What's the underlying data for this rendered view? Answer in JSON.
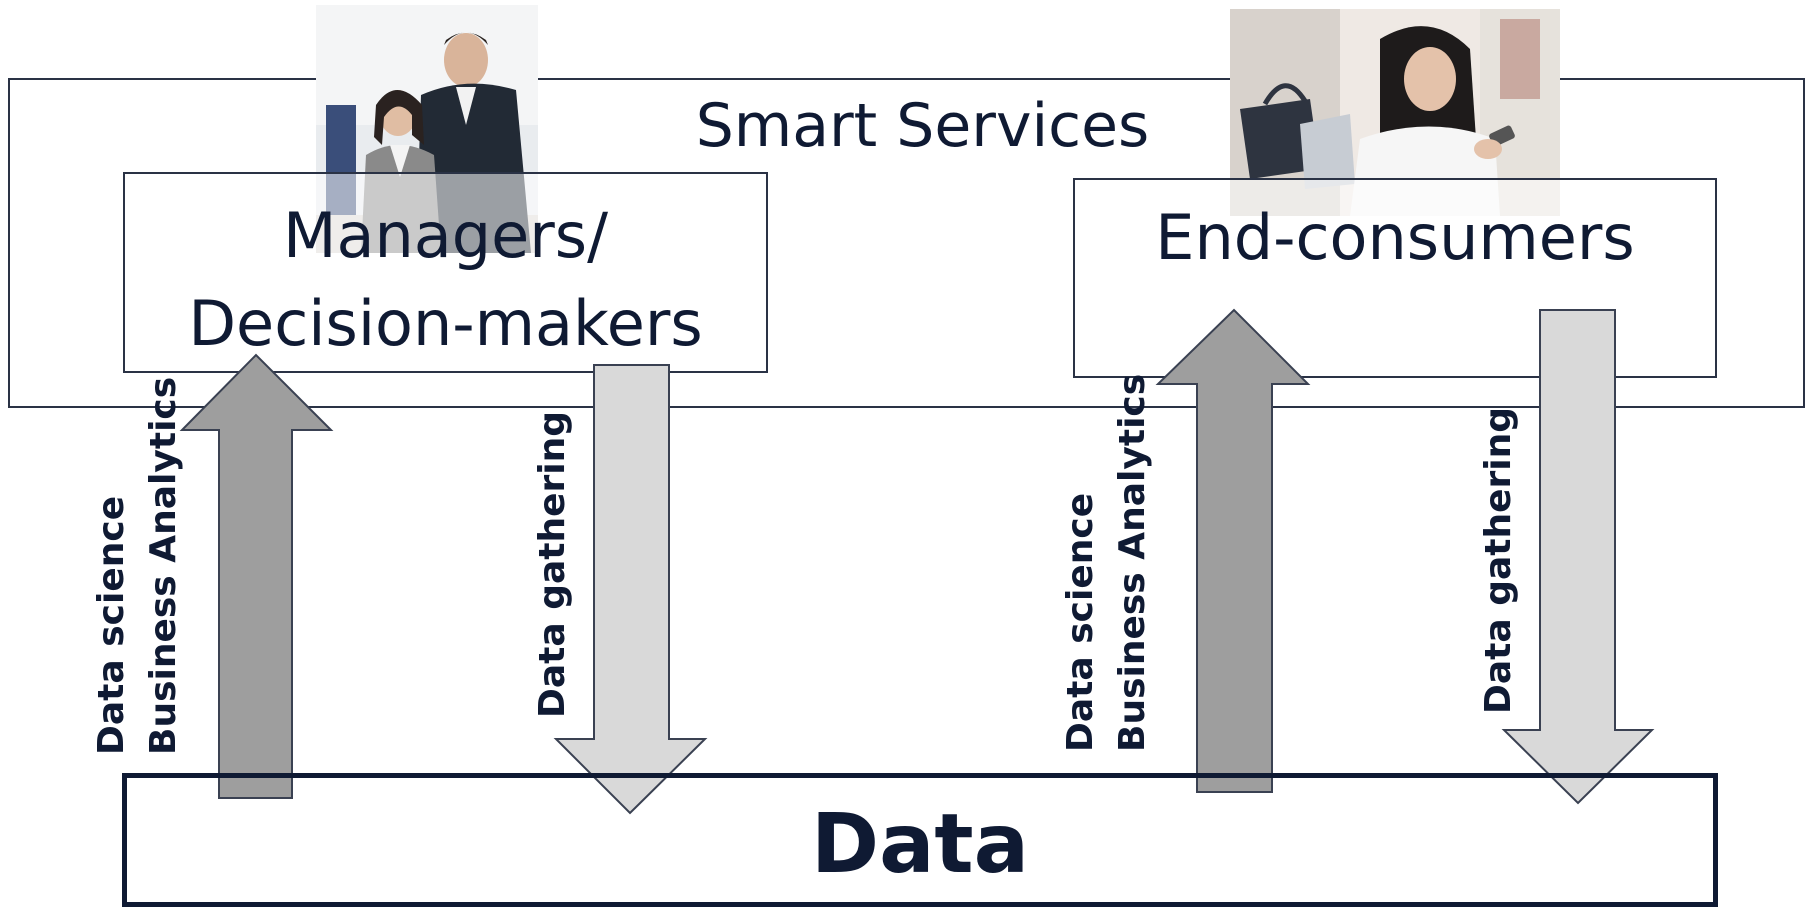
{
  "diagram": {
    "outer_title": "Smart Services",
    "managers_label_line1": "Managers/",
    "managers_label_line2": "Decision-makers",
    "consumers_label": "End-consumers",
    "data_label": "Data",
    "upward_label_line1": "Data science",
    "upward_label_line2": "Business Analytics",
    "downward_label": "Data gathering"
  },
  "colors": {
    "upward_arrow": "#9e9e9e",
    "downward_arrow": "#d9d9d9",
    "text": "#0f1a33",
    "border": "#2a3245"
  }
}
